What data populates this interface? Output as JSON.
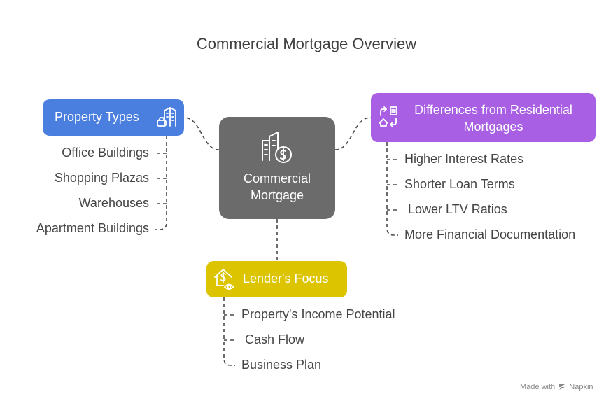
{
  "title": "Commercial Mortgage Overview",
  "center": {
    "label_line1": "Commercial",
    "label_line2": "Mortgage",
    "icon": "commercial-building-dollar-icon"
  },
  "property_types": {
    "heading": "Property Types",
    "icon": "buildings-icon",
    "color": "#4a7fe0",
    "items": [
      "Office Buildings",
      "Shopping Plazas",
      "Warehouses",
      "Apartment Buildings"
    ]
  },
  "differences": {
    "heading_line1": "Differences from Residential",
    "heading_line2": "Mortgages",
    "icon": "swap-house-icon",
    "color": "#a95fe3",
    "items": [
      "Higher Interest Rates",
      "Shorter Loan Terms",
      " Lower LTV Ratios",
      "More Financial Documentation"
    ]
  },
  "lenders_focus": {
    "heading": "Lender's Focus",
    "icon": "house-dollar-eye-icon",
    "color": "#dcc400",
    "items": [
      "Property's Income Potential",
      " Cash Flow",
      "Business Plan"
    ]
  },
  "footer": {
    "made_with": "Made with",
    "brand": "Napkin"
  }
}
